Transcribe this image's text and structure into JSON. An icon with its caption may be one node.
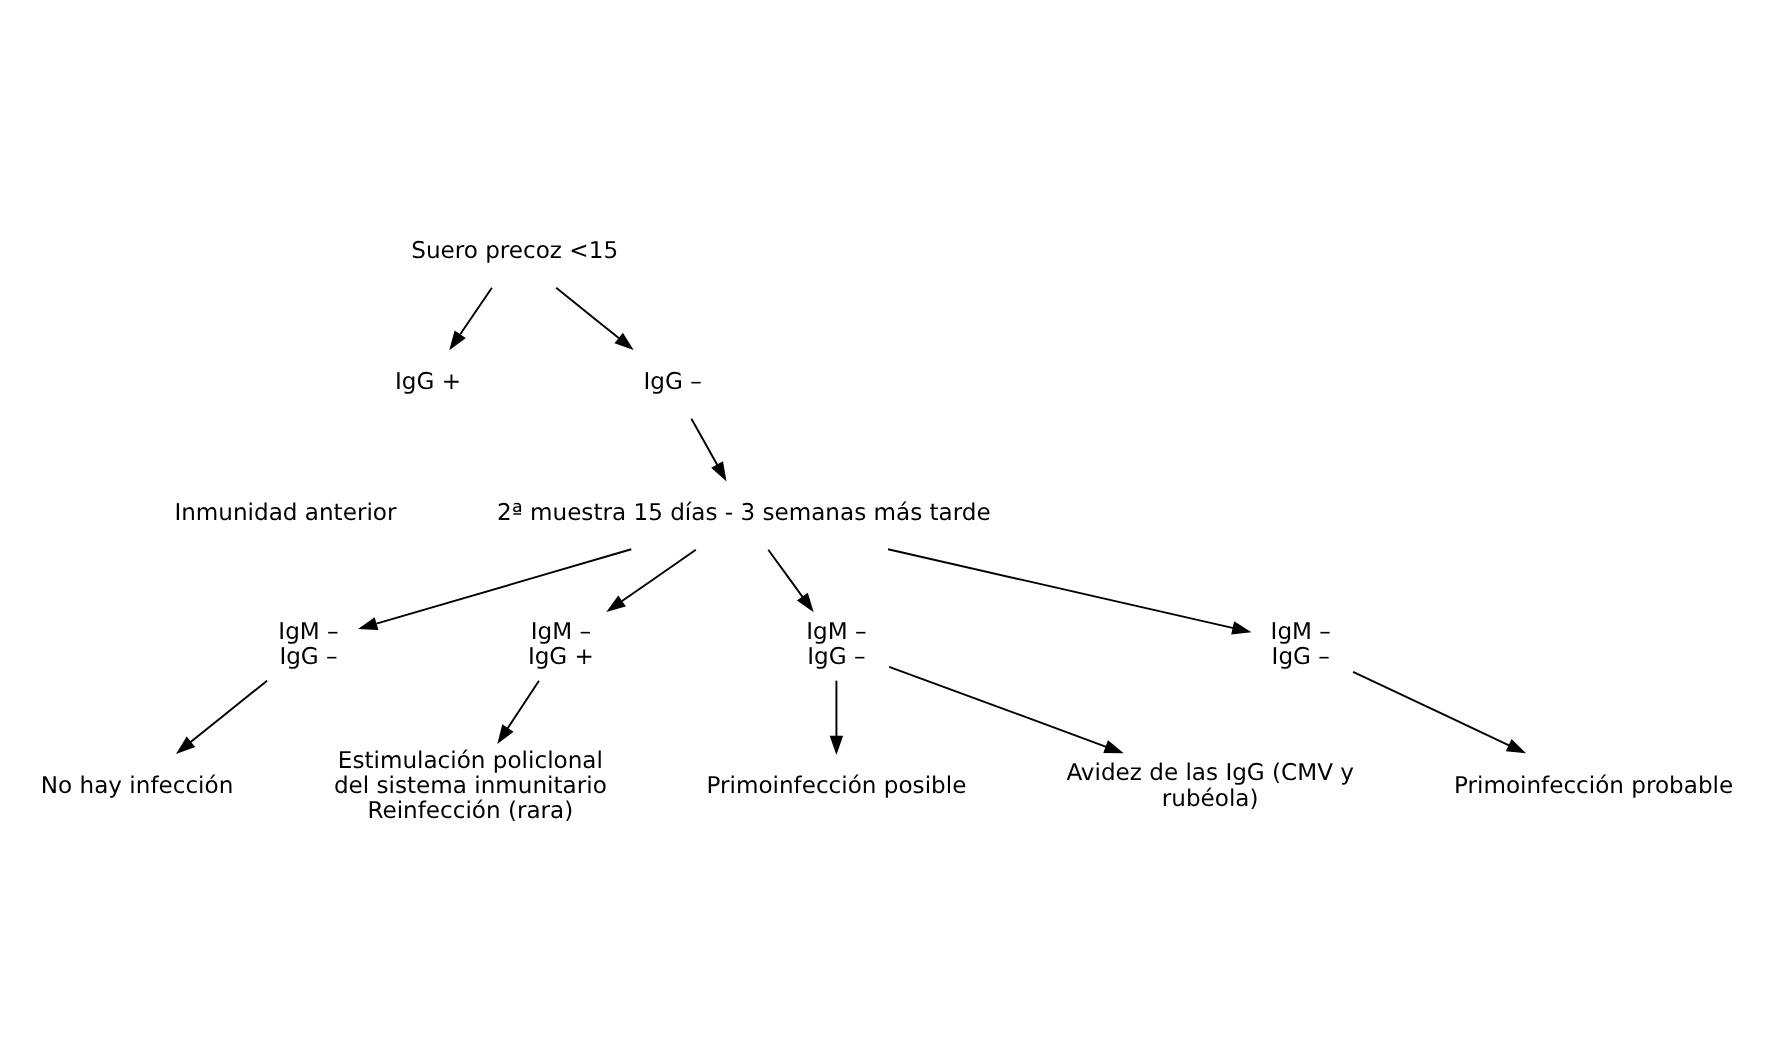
{
  "diagram": {
    "nodes": [
      {
        "text": [
          "Suero precoz <15"
        ]
      },
      {
        "text": [
          "IgG +"
        ]
      },
      {
        "text": [
          "IgG –"
        ]
      },
      {
        "text": [
          "2ª muestra 15 días - 3 semanas más tarde"
        ]
      },
      {
        "text": [
          "IgM – IgG –"
        ]
      },
      {
        "text": [
          "IgM – IgG +"
        ]
      },
      {
        "text": [
          "IgM – IgG –"
        ]
      },
      {
        "text": [
          "IgM – IgG –"
        ]
      },
      {
        "text": [
          "No hay infección"
        ]
      },
      {
        "text": [
          "Estimulación policlonal del sistema inmunitario",
          "Reinfección (rara)"
        ]
      },
      {
        "text": [
          "Primoinfección posible"
        ]
      },
      {
        "text": [
          "Avidez de las IgG (CMV y rubéola)"
        ]
      },
      {
        "text": [
          "Primoinfección probable"
        ]
      }
    ],
    "edges": [
      {
        "from": 0,
        "to": 1,
        "arrow": "to"
      },
      {
        "from": 0,
        "to": 2,
        "arrow": "to"
      },
      {
        "from": 2,
        "to": 3,
        "arrow": "to"
      },
      {
        "from": 3,
        "to": 4,
        "arrow": "to"
      },
      {
        "from": 3,
        "to": 5,
        "arrow": "to"
      },
      {
        "from": 3,
        "to": 6,
        "arrow": "to"
      },
      {
        "from": 3,
        "to": 7,
        "arrow": "to"
      },
      {
        "from": 4,
        "to": 8,
        "arrow": "to"
      },
      {
        "from": 5,
        "to": 9,
        "arrow": "to"
      },
      {
        "from": 6,
        "to": 10,
        "arrow": "to"
      },
      {
        "from": 6,
        "to": 11,
        "arrow": "to"
      },
      {
        "from": 7,
        "to": 12,
        "arrow": "to"
      }
    ],
    "labels": [
      "Inmunidad anterior"
    ]
  }
}
